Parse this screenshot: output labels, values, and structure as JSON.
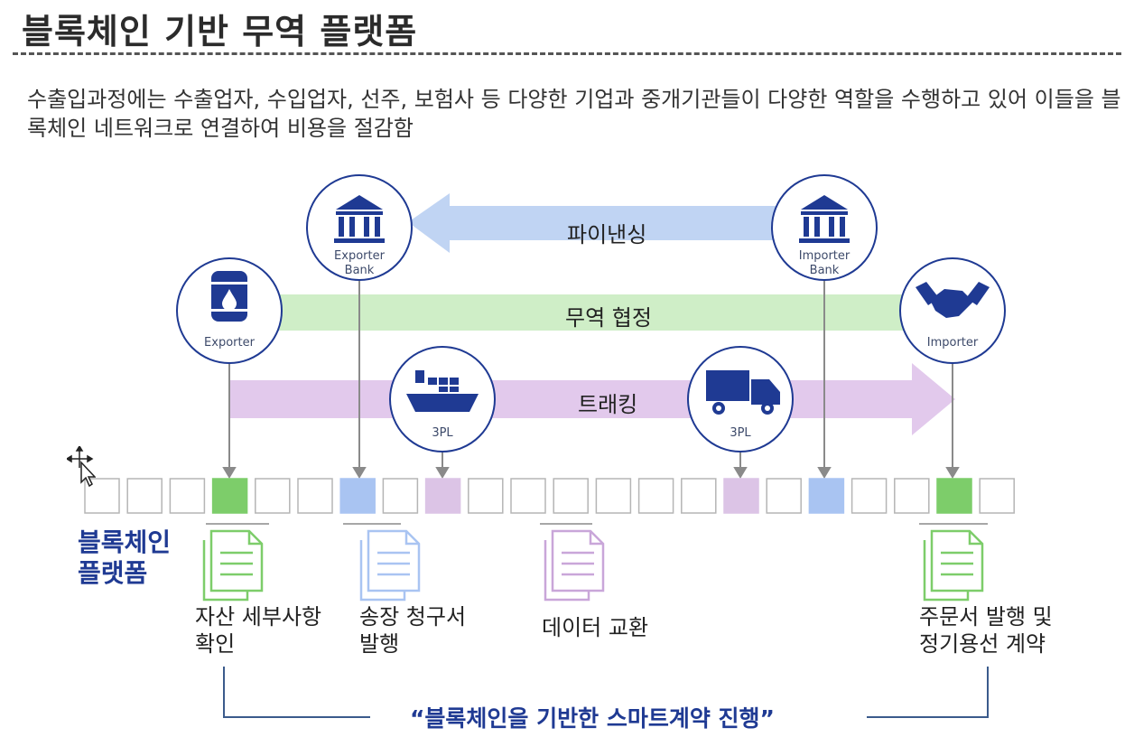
{
  "title": "블록체인 기반 무역 플랫폼",
  "description": "수출입과정에는 수출업자, 수입업자, 선주, 보험사 등 다양한 기업과 중개기관들이 다양한 역할을 수행하고 있어 이들을 블록체인 네트워크로 연결하여 비용을 절감함",
  "bands": {
    "financing": "파이낸싱",
    "trade_agreement": "무역 협정",
    "tracking": "트래킹"
  },
  "nodes": {
    "exporter_bank": [
      "Exporter",
      "Bank"
    ],
    "importer_bank": [
      "Importer",
      "Bank"
    ],
    "exporter": "Exporter",
    "importer": "Importer",
    "ship_3pl": "3PL",
    "truck_3pl": "3PL"
  },
  "platform_label": [
    "블록체인",
    "플랫폼"
  ],
  "steps": {
    "asset": [
      "자산 세부사항",
      "확인"
    ],
    "invoice": [
      "송장 청구서",
      "발행"
    ],
    "data": [
      "데이터 교환"
    ],
    "order": [
      "주문서 발행 및",
      "정기용선 계약"
    ]
  },
  "smart_contract": "“블록체인을 기반한 스마트계약 진행”",
  "blocks": [
    "white",
    "white",
    "white",
    "green",
    "white",
    "white",
    "blue",
    "white",
    "purple",
    "white",
    "white",
    "white",
    "white",
    "white",
    "white",
    "purple",
    "white",
    "blue",
    "white",
    "white",
    "green",
    "white"
  ],
  "colors": {
    "green": "#7dcd6a",
    "blue": "#a9c4f2",
    "purple": "#dcc4e6",
    "financing_band": "#b9cff2",
    "trade_band": "#cfeec7",
    "tracking_band": "#e2c9ec",
    "icon_navy": "#1f3a93",
    "label_blue": "#1f3a93"
  },
  "icons": [
    "bank-icon",
    "bank-icon",
    "oil-barrel-icon",
    "handshake-icon",
    "cargo-ship-icon",
    "truck-icon",
    "document-icon",
    "move-cursor-icon"
  ]
}
